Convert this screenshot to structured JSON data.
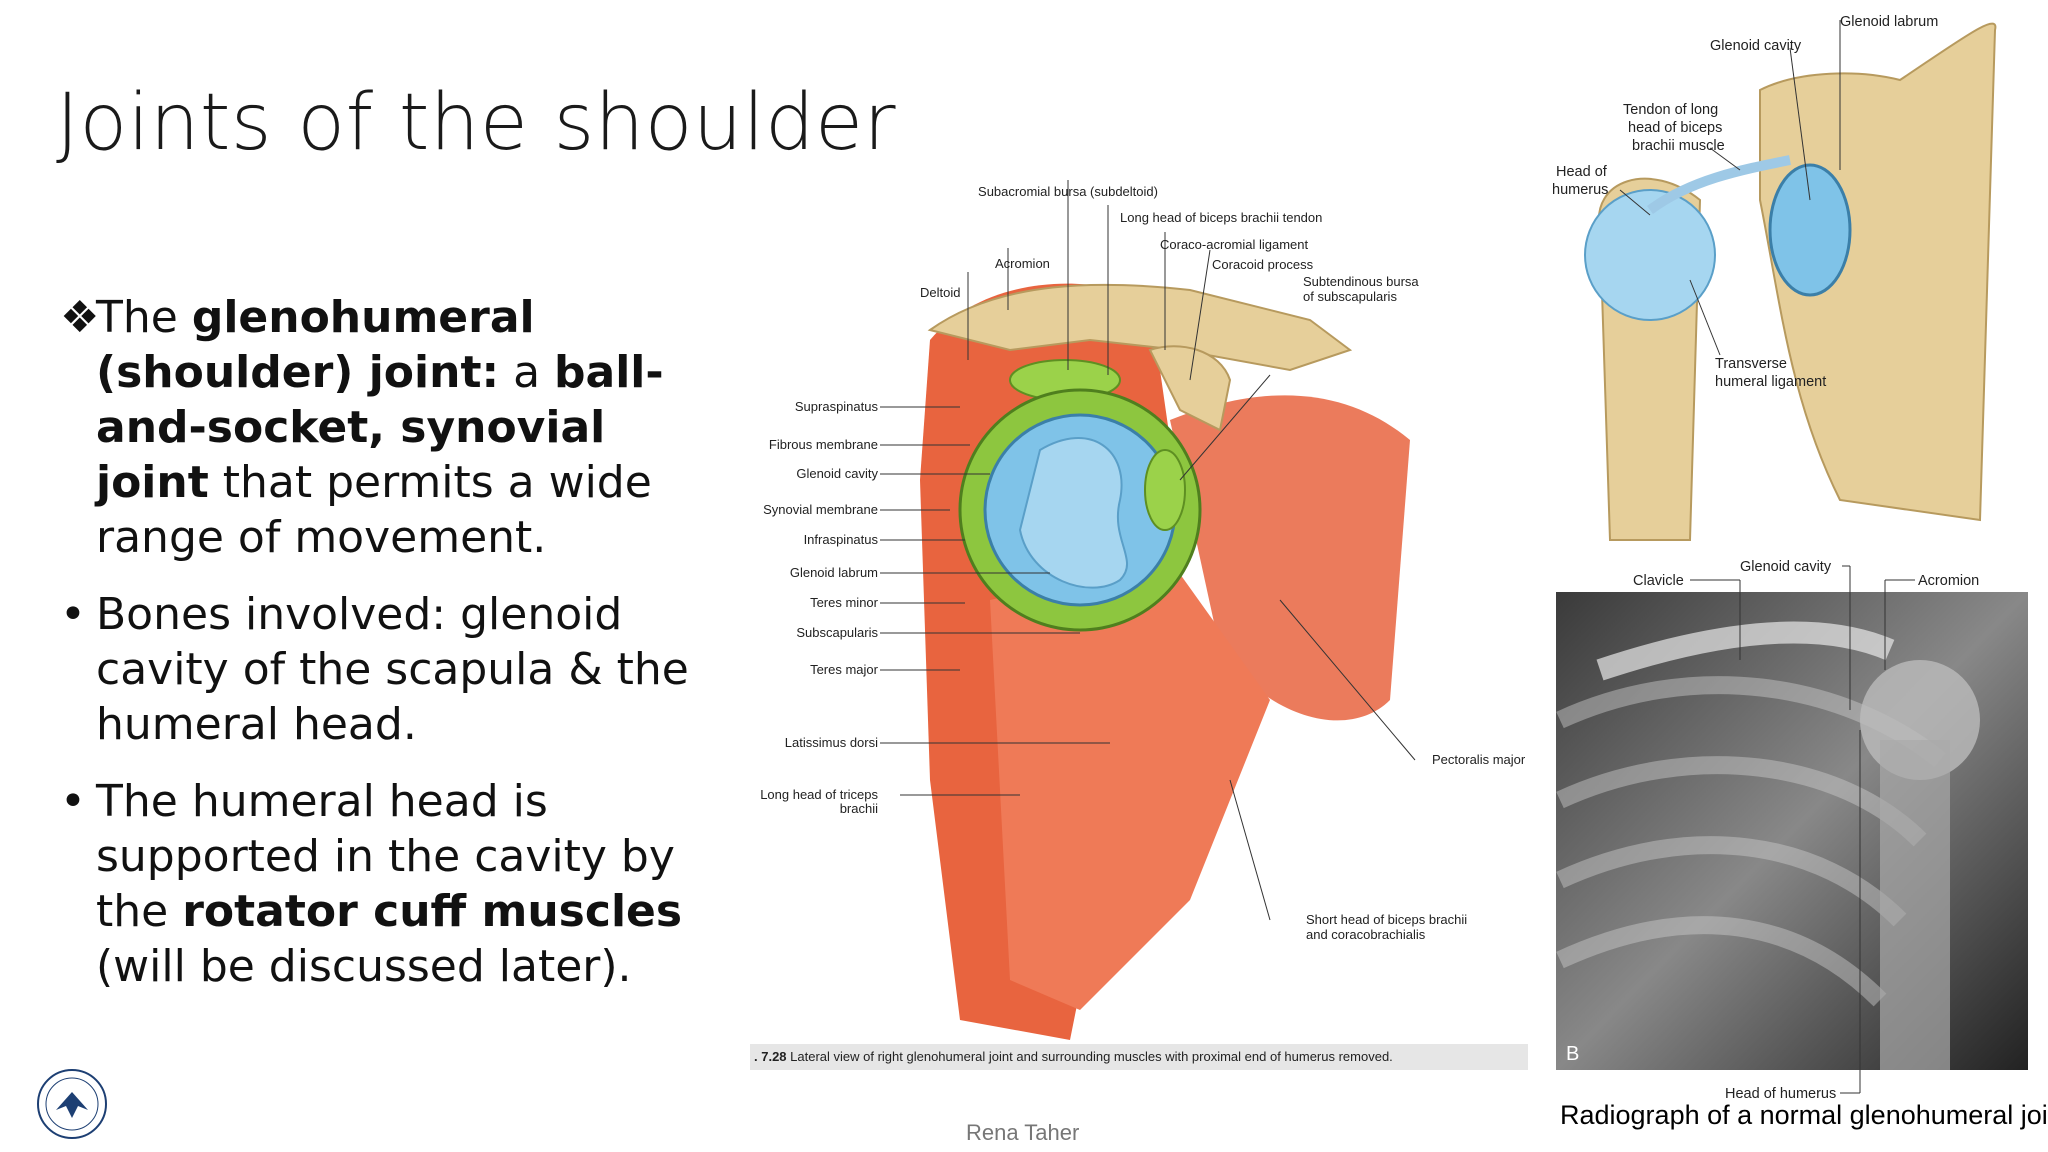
{
  "title": "Joints of the shoulder",
  "bullets": {
    "b1": {
      "mark": "❖",
      "t1": "The ",
      "b1": "glenohumeral (shoulder) joint:",
      "t2": " a ",
      "b2": "ball-and-socket, synovial joint",
      "t3": " that permits a wide range of movement."
    },
    "b2": {
      "mark": "•",
      "t1": "Bones involved: glenoid cavity of the scapula & the humeral head."
    },
    "b3": {
      "mark": "•",
      "t1": "The humeral head is supported in the cavity by the ",
      "b1": "rotator cuff muscles",
      "t2": " (will be discussed later)."
    }
  },
  "figure1": {
    "labels": {
      "subacromial_bursa": "Subacromial bursa (subdeltoid)",
      "long_head_biceps": "Long head of biceps brachii tendon",
      "coraco_acromial": "Coraco-acromial ligament",
      "acromion": "Acromion",
      "coracoid": "Coracoid process",
      "deltoid": "Deltoid",
      "subtendinous_1": "Subtendinous bursa",
      "subtendinous_2": "of subscapularis",
      "supraspinatus": "Supraspinatus",
      "fibrous": "Fibrous membrane",
      "glenoid_cavity": "Glenoid cavity",
      "synovial": "Synovial membrane",
      "infraspinatus": "Infraspinatus",
      "glenoid_labrum": "Glenoid labrum",
      "teres_minor": "Teres minor",
      "subscapularis": "Subscapularis",
      "teres_major": "Teres major",
      "latissimus": "Latissimus dorsi",
      "triceps_1": "Long head of triceps",
      "triceps_2": "brachii",
      "pectoralis": "Pectoralis major",
      "short_head_1": "Short head of biceps brachii",
      "short_head_2": "and coracobrachialis"
    },
    "caption_num": ". 7.28",
    "caption_text": "Lateral view of right glenohumeral joint and surrounding muscles with proximal end of humerus removed."
  },
  "figure2": {
    "labels": {
      "glenoid_labrum": "Glenoid labrum",
      "glenoid_cavity": "Glenoid cavity",
      "tendon_1": "Tendon of long",
      "tendon_2": "head of biceps",
      "tendon_3": "brachii muscle",
      "head_1": "Head of",
      "head_2": "humerus",
      "transverse_1": "Transverse",
      "transverse_2": "humeral ligament"
    }
  },
  "figure3": {
    "labels": {
      "glenoid_cavity": "Glenoid cavity",
      "clavicle": "Clavicle",
      "acromion": "Acromion",
      "panel": "B",
      "head": "Head of humerus"
    },
    "caption": "Radiograph of a normal glenohumeral joint"
  },
  "footer": "Rena Taher",
  "colors": {
    "muscle": "#e8643f",
    "bone": "#e6cf9a",
    "cartilage": "#7fc3e8",
    "labrum": "#8dc63f"
  }
}
